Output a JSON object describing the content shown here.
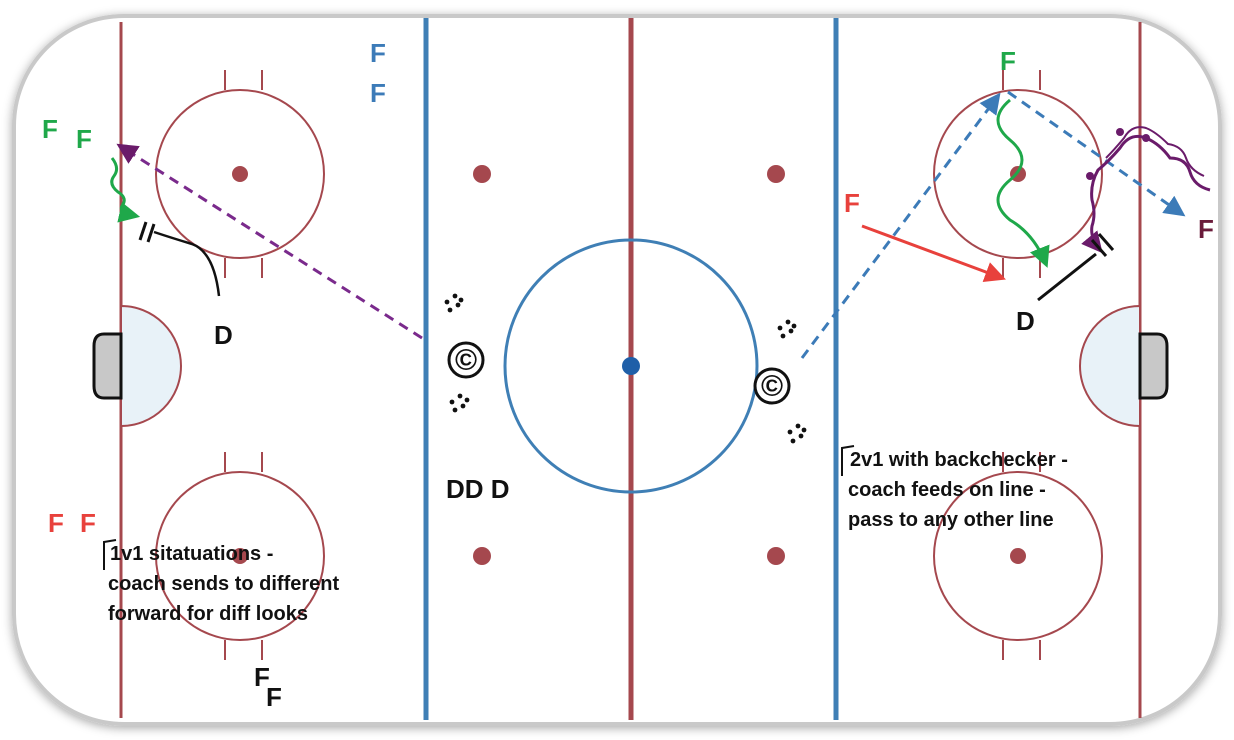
{
  "colors": {
    "red_line": "#a5484e",
    "blue_line": "#3f7fb5",
    "crease": "#e8f2f8",
    "net": "#c8c8c8",
    "green": "#1fa84a",
    "red": "#e8413c",
    "blue": "#3c7bb8",
    "purple": "#6a1b6a",
    "violet": "#8a2fa0",
    "black": "#111111"
  },
  "left_zone": {
    "forwards_green": [
      "F",
      "F"
    ],
    "forwards_red": [
      "F",
      "F"
    ],
    "forwards_black": [
      "F",
      "F"
    ],
    "defense": "D",
    "note_lines": [
      "1v1 sitatuations -",
      "coach sends to different",
      "forward for diff looks"
    ]
  },
  "neutral_zone": {
    "forwards_blue": [
      "F",
      "F"
    ],
    "defense_group": "DD D",
    "coach_left": "©",
    "coach_right": "©"
  },
  "right_zone": {
    "forward_green": "F",
    "forward_red": "F",
    "forward_purple": "F",
    "defense": "D",
    "note_lines": [
      "2v1 with backchecker -",
      "coach feeds on line -",
      "pass to any other line"
    ]
  },
  "icons": {
    "coach": "copyright-circle-icon",
    "pucks": "puck-dots-icon"
  }
}
